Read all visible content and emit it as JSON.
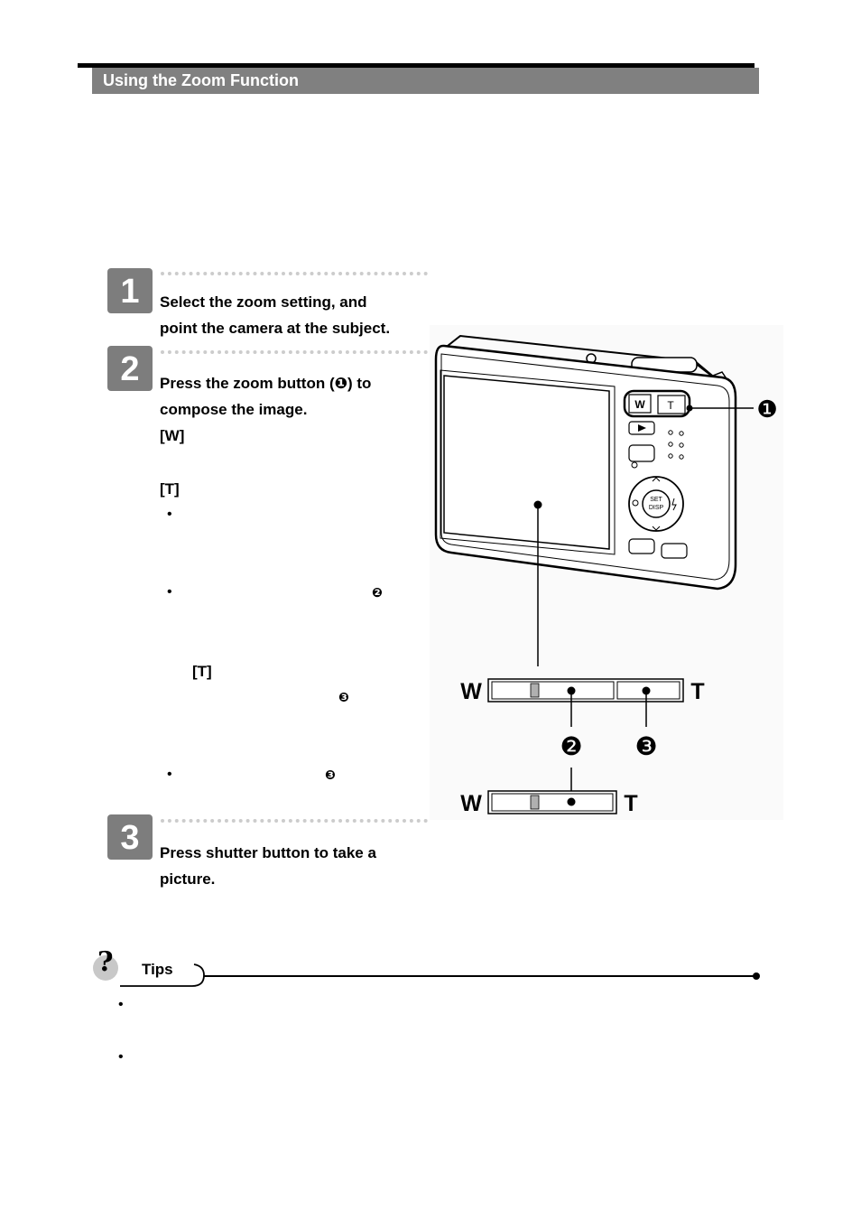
{
  "header": {
    "title": "Using the Zoom Function"
  },
  "steps": [
    {
      "number": "1",
      "lines": [
        "Select the zoom setting, and",
        "point the camera at the subject."
      ]
    },
    {
      "number": "2",
      "lines": [
        "Press the zoom button (❶) to",
        "compose the image."
      ],
      "w_label": "[W]",
      "t_label": "[T]",
      "t_label_2": "[T]"
    },
    {
      "number": "3",
      "lines": [
        "Press shutter button to take a",
        "picture."
      ]
    }
  ],
  "marks": {
    "m1": "❶",
    "m2": "❷",
    "m3": "❸"
  },
  "bullet": "•",
  "figure": {
    "w_text": "W",
    "t_text": "T",
    "callout1": "❶",
    "callout2": "❷",
    "callout3": "❸",
    "button_w": "W",
    "button_t": "T",
    "set_label": "SET",
    "disp_label": "DISP"
  },
  "tips": {
    "label": "Tips",
    "icon_char": "?"
  },
  "colors": {
    "header_bg": "#808080",
    "badge_bg": "#7d7d7d",
    "dots": "#cccccc"
  }
}
